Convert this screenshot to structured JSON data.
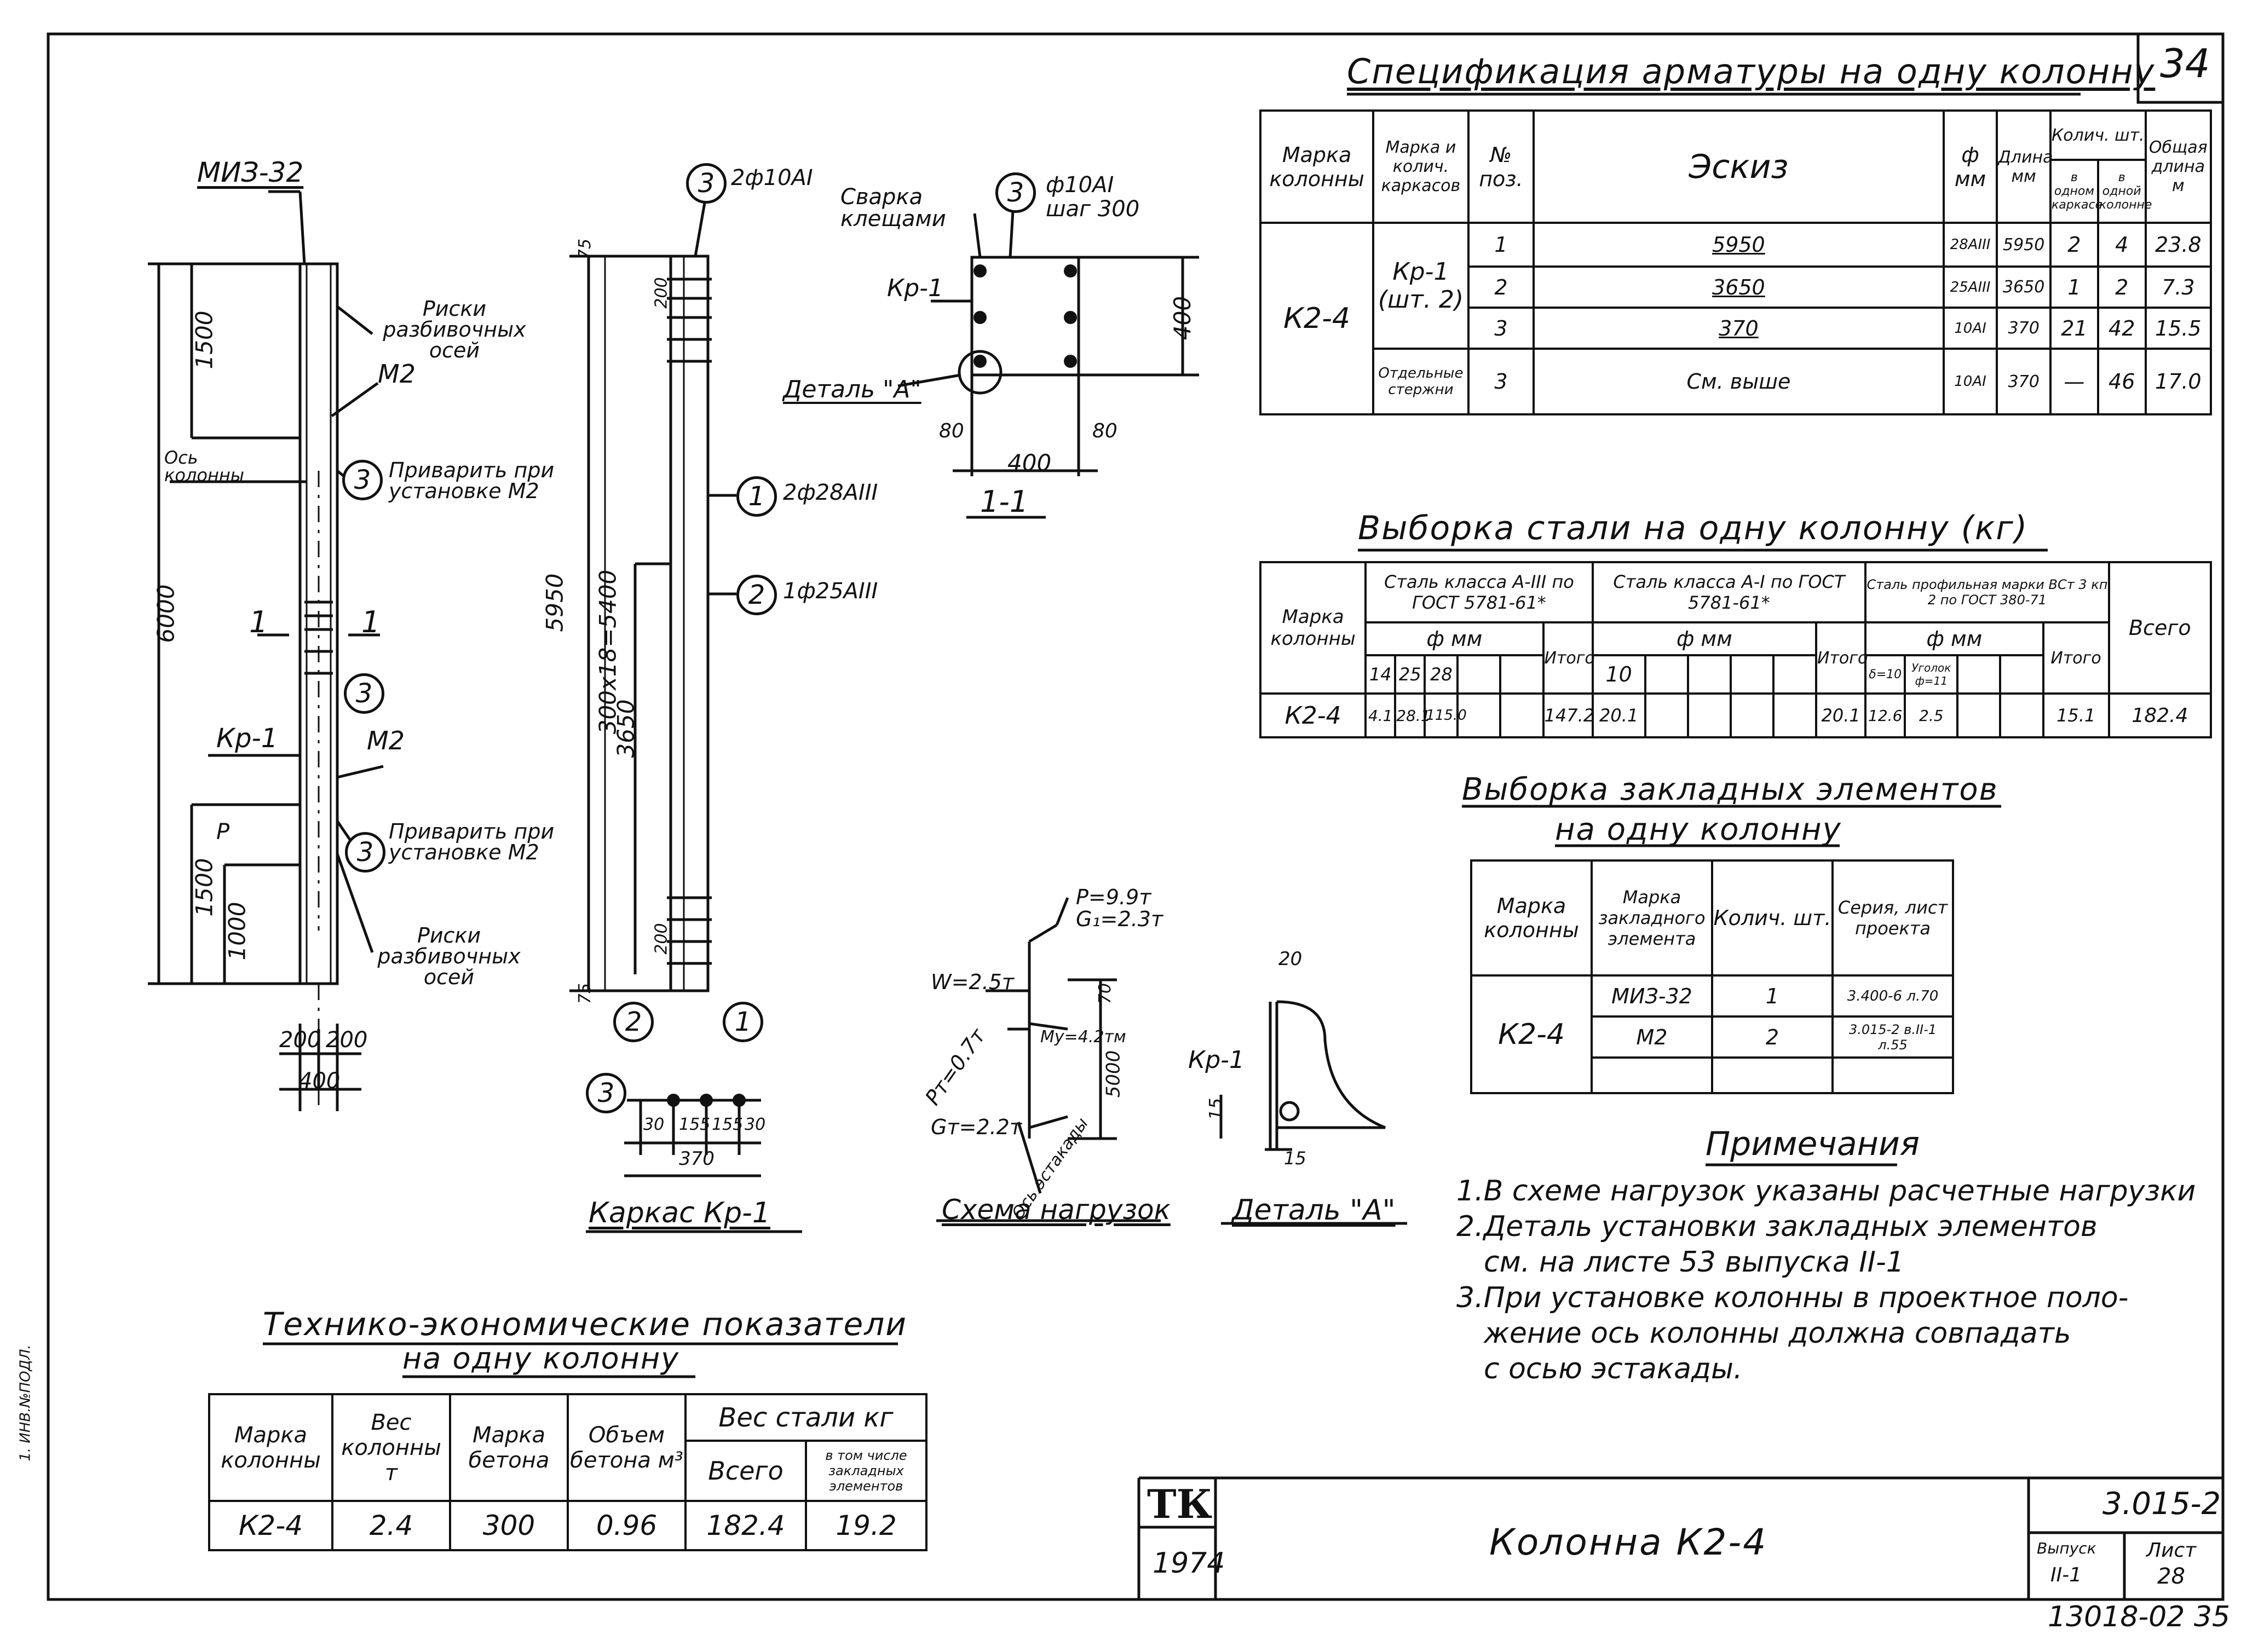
{
  "sheet": {
    "number": "34",
    "bottom_code": "13018-02 35",
    "side_note": "1. ИНВ.№ПОДЛ."
  },
  "spec": {
    "title": "Спецификация арматуры на одну колонну",
    "headers": [
      "Марка колонны",
      "Марка и колич. каркасов",
      "№ поз.",
      "Эскиз",
      "ф мм",
      "Длина мм",
      "Колич. шт.",
      "Общая длина м"
    ],
    "sub_headers": [
      "в одном каркасе",
      "в одной колонне"
    ],
    "column_mark": "К2-4",
    "frame_mark": "Кр-1",
    "frame_count": "(шт. 2)",
    "separate": "Отдельные стержни",
    "rows": [
      {
        "pos": "1",
        "sketch": "5950",
        "dia": "28АIII",
        "len": "5950",
        "in_frame": "2",
        "in_col": "4",
        "total": "23.8"
      },
      {
        "pos": "2",
        "sketch": "3650",
        "dia": "25АIII",
        "len": "3650",
        "in_frame": "1",
        "in_col": "2",
        "total": "7.3"
      },
      {
        "pos": "3",
        "sketch": "370",
        "dia": "10АI",
        "len": "370",
        "in_frame": "21",
        "in_col": "42",
        "total": "15.5"
      },
      {
        "pos": "3",
        "sketch": "См. выше",
        "dia": "10АI",
        "len": "370",
        "in_frame": "—",
        "in_col": "46",
        "total": "17.0"
      }
    ]
  },
  "steel": {
    "title": "Выборка стали на одну колонну (кг)",
    "head_mark": "Марка колонны",
    "group1": "Сталь класса А-III по ГОСТ 5781-61*",
    "group2": "Сталь класса А-I по ГОСТ 5781-61*",
    "group3": "Сталь профильная марки ВСт 3 кп 2 по ГОСТ 380-71",
    "dia_label": "ф мм",
    "total_label": "Итого",
    "grand_label": "Всего",
    "g1_dias": [
      "14",
      "25",
      "28"
    ],
    "g2_dias": [
      "10"
    ],
    "g3_dias": [
      "δ=10",
      "Уголок ф=11"
    ],
    "row": {
      "mark": "К2-4",
      "g1": [
        "4.1",
        "28.1",
        "115.0"
      ],
      "g1_total": "147.2",
      "g2": [
        "20.1"
      ],
      "g2_total": "20.1",
      "g3": [
        "12.6",
        "2.5"
      ],
      "g3_total": "15.1",
      "grand": "182.4"
    }
  },
  "embedded": {
    "title": "Выборка закладных элементов",
    "subtitle": "на одну колонну",
    "headers": [
      "Марка колонны",
      "Марка закладного элемента",
      "Колич. шт.",
      "Серия, лист проекта"
    ],
    "mark": "К2-4",
    "rows": [
      {
        "el": "МИЗ-32",
        "qty": "1",
        "series": "3.400-6 л.70"
      },
      {
        "el": "М2",
        "qty": "2",
        "series": "3.015-2 в.II-1 л.55"
      }
    ]
  },
  "notes": {
    "title": "Примечания",
    "items": [
      "1.В схеме нагрузок указаны расчетные нагрузки",
      "2.Деталь установки закладных элементов",
      "см. на листе 53 выпуска II-1",
      "3.При установке колонны в проектное поло-",
      "жение ось колонны должна совпадать",
      "с осью эстакады."
    ]
  },
  "tech": {
    "title": "Технико-экономические показатели",
    "subtitle": "на одну колонну",
    "headers": [
      "Марка колонны",
      "Вес колонны т",
      "Марка бетона",
      "Объем бетона м³",
      "Вес стали кг"
    ],
    "sub_headers": [
      "Всего",
      "в том числе закладных элементов"
    ],
    "row": [
      "К2-4",
      "2.4",
      "300",
      "0.96",
      "182.4",
      "19.2"
    ]
  },
  "stamp": {
    "logo": "ТК",
    "year": "1974",
    "name": "Колонна К2-4",
    "series": "3.015-2",
    "issue_label": "Выпуск",
    "issue": "II-1",
    "sheet_label": "Лист",
    "sheet": "28"
  },
  "drawing_labels": {
    "miz": "МИЗ-32",
    "marks_top": "Риски разбивочных осей",
    "m2": "М2",
    "axis": "Ось колонны",
    "weld_top": "Приварить при установке М2",
    "section": "1",
    "kr1": "Кр-1",
    "weld_bottom": "Приварить при установке М2",
    "marks_bottom": "Риски разбивочных осей",
    "dims": [
      "1500",
      "6000",
      "1500",
      "1000",
      "200",
      "200",
      "400",
      "P"
    ],
    "frame_dims": [
      "75",
      "200",
      "5950",
      "300x18=5400",
      "3650",
      "200",
      "75"
    ],
    "frame_notes": [
      "2ф10АI",
      "2ф28АIII",
      "1ф25АIII"
    ],
    "frame_title": "Каркас Кр-1",
    "frame_bottom": [
      "30",
      "155",
      "155",
      "30",
      "370"
    ],
    "weld_tongs": "Сварка клещами",
    "pitch": [
      "ф10АI",
      "шаг 300"
    ],
    "sec_labels": [
      "Кр-1",
      "Деталь \"А\"",
      "400",
      "80",
      "80",
      "400"
    ],
    "sec_title": "1-1",
    "load_title": "Схема нагрузок",
    "loads": [
      "P=9.9т",
      "G₁=2.3т",
      "W=2.5т",
      "My=4.2тм",
      "Pт=0.7т",
      "Gт=2.2т",
      "70",
      "5000",
      "Ось эстакады"
    ],
    "detail_title": "Деталь \"А\"",
    "detail_labels": [
      "Кр-1",
      "20",
      "15",
      "15"
    ]
  }
}
